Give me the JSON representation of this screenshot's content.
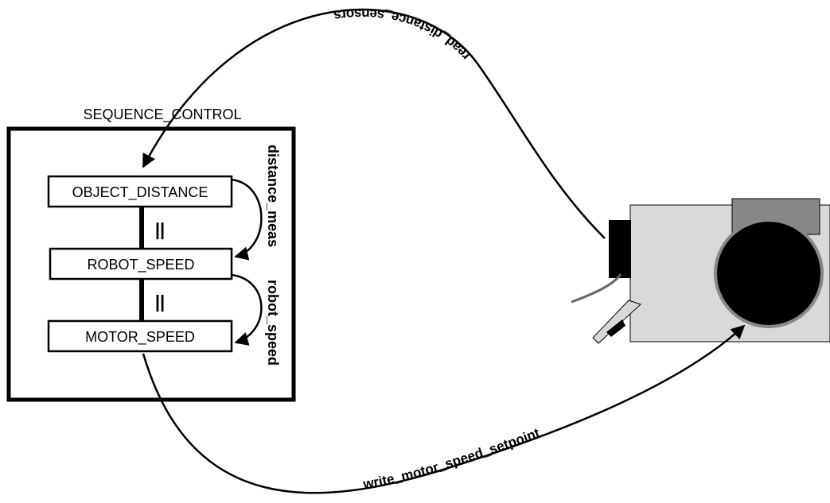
{
  "container": {
    "title": "SEQUENCE_CONTROL"
  },
  "blocks": [
    {
      "label": "OBJECT_DISTANCE"
    },
    {
      "label": "ROBOT_SPEED"
    },
    {
      "label": "MOTOR_SPEED"
    }
  ],
  "parallel_symbol": "||",
  "internal_flows": [
    {
      "label": "distance_meas"
    },
    {
      "label": "robot_speed"
    }
  ],
  "external_flows": {
    "read": "read_distance_sensors",
    "write": "write_motor_speed_setpoint"
  },
  "colors": {
    "line": "#000000",
    "robot_body": "#d9d9d9",
    "robot_top": "#888888",
    "wheel": "#000000",
    "sensor": "#000000",
    "cable": "#666666"
  }
}
